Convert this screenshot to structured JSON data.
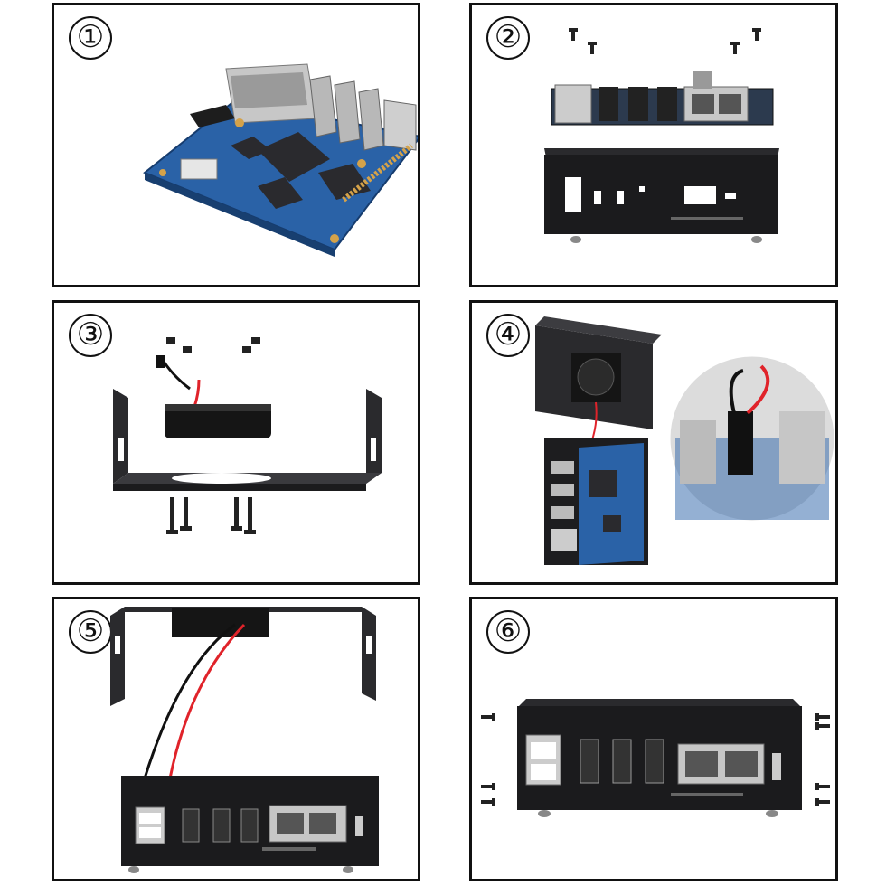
{
  "steps": [
    {
      "label": "①"
    },
    {
      "label": "②"
    },
    {
      "label": "③"
    },
    {
      "label": "④"
    },
    {
      "label": "⑤"
    },
    {
      "label": "⑥"
    }
  ],
  "colors": {
    "frame": "#111111",
    "case_black": "#1b1b1d",
    "pcb_blue": "#2a62a7",
    "heatsink": "#2a2a2e",
    "ethernet_silver": "#c6c6c6",
    "wire_red": "#e0232a",
    "wire_black": "#111111"
  }
}
